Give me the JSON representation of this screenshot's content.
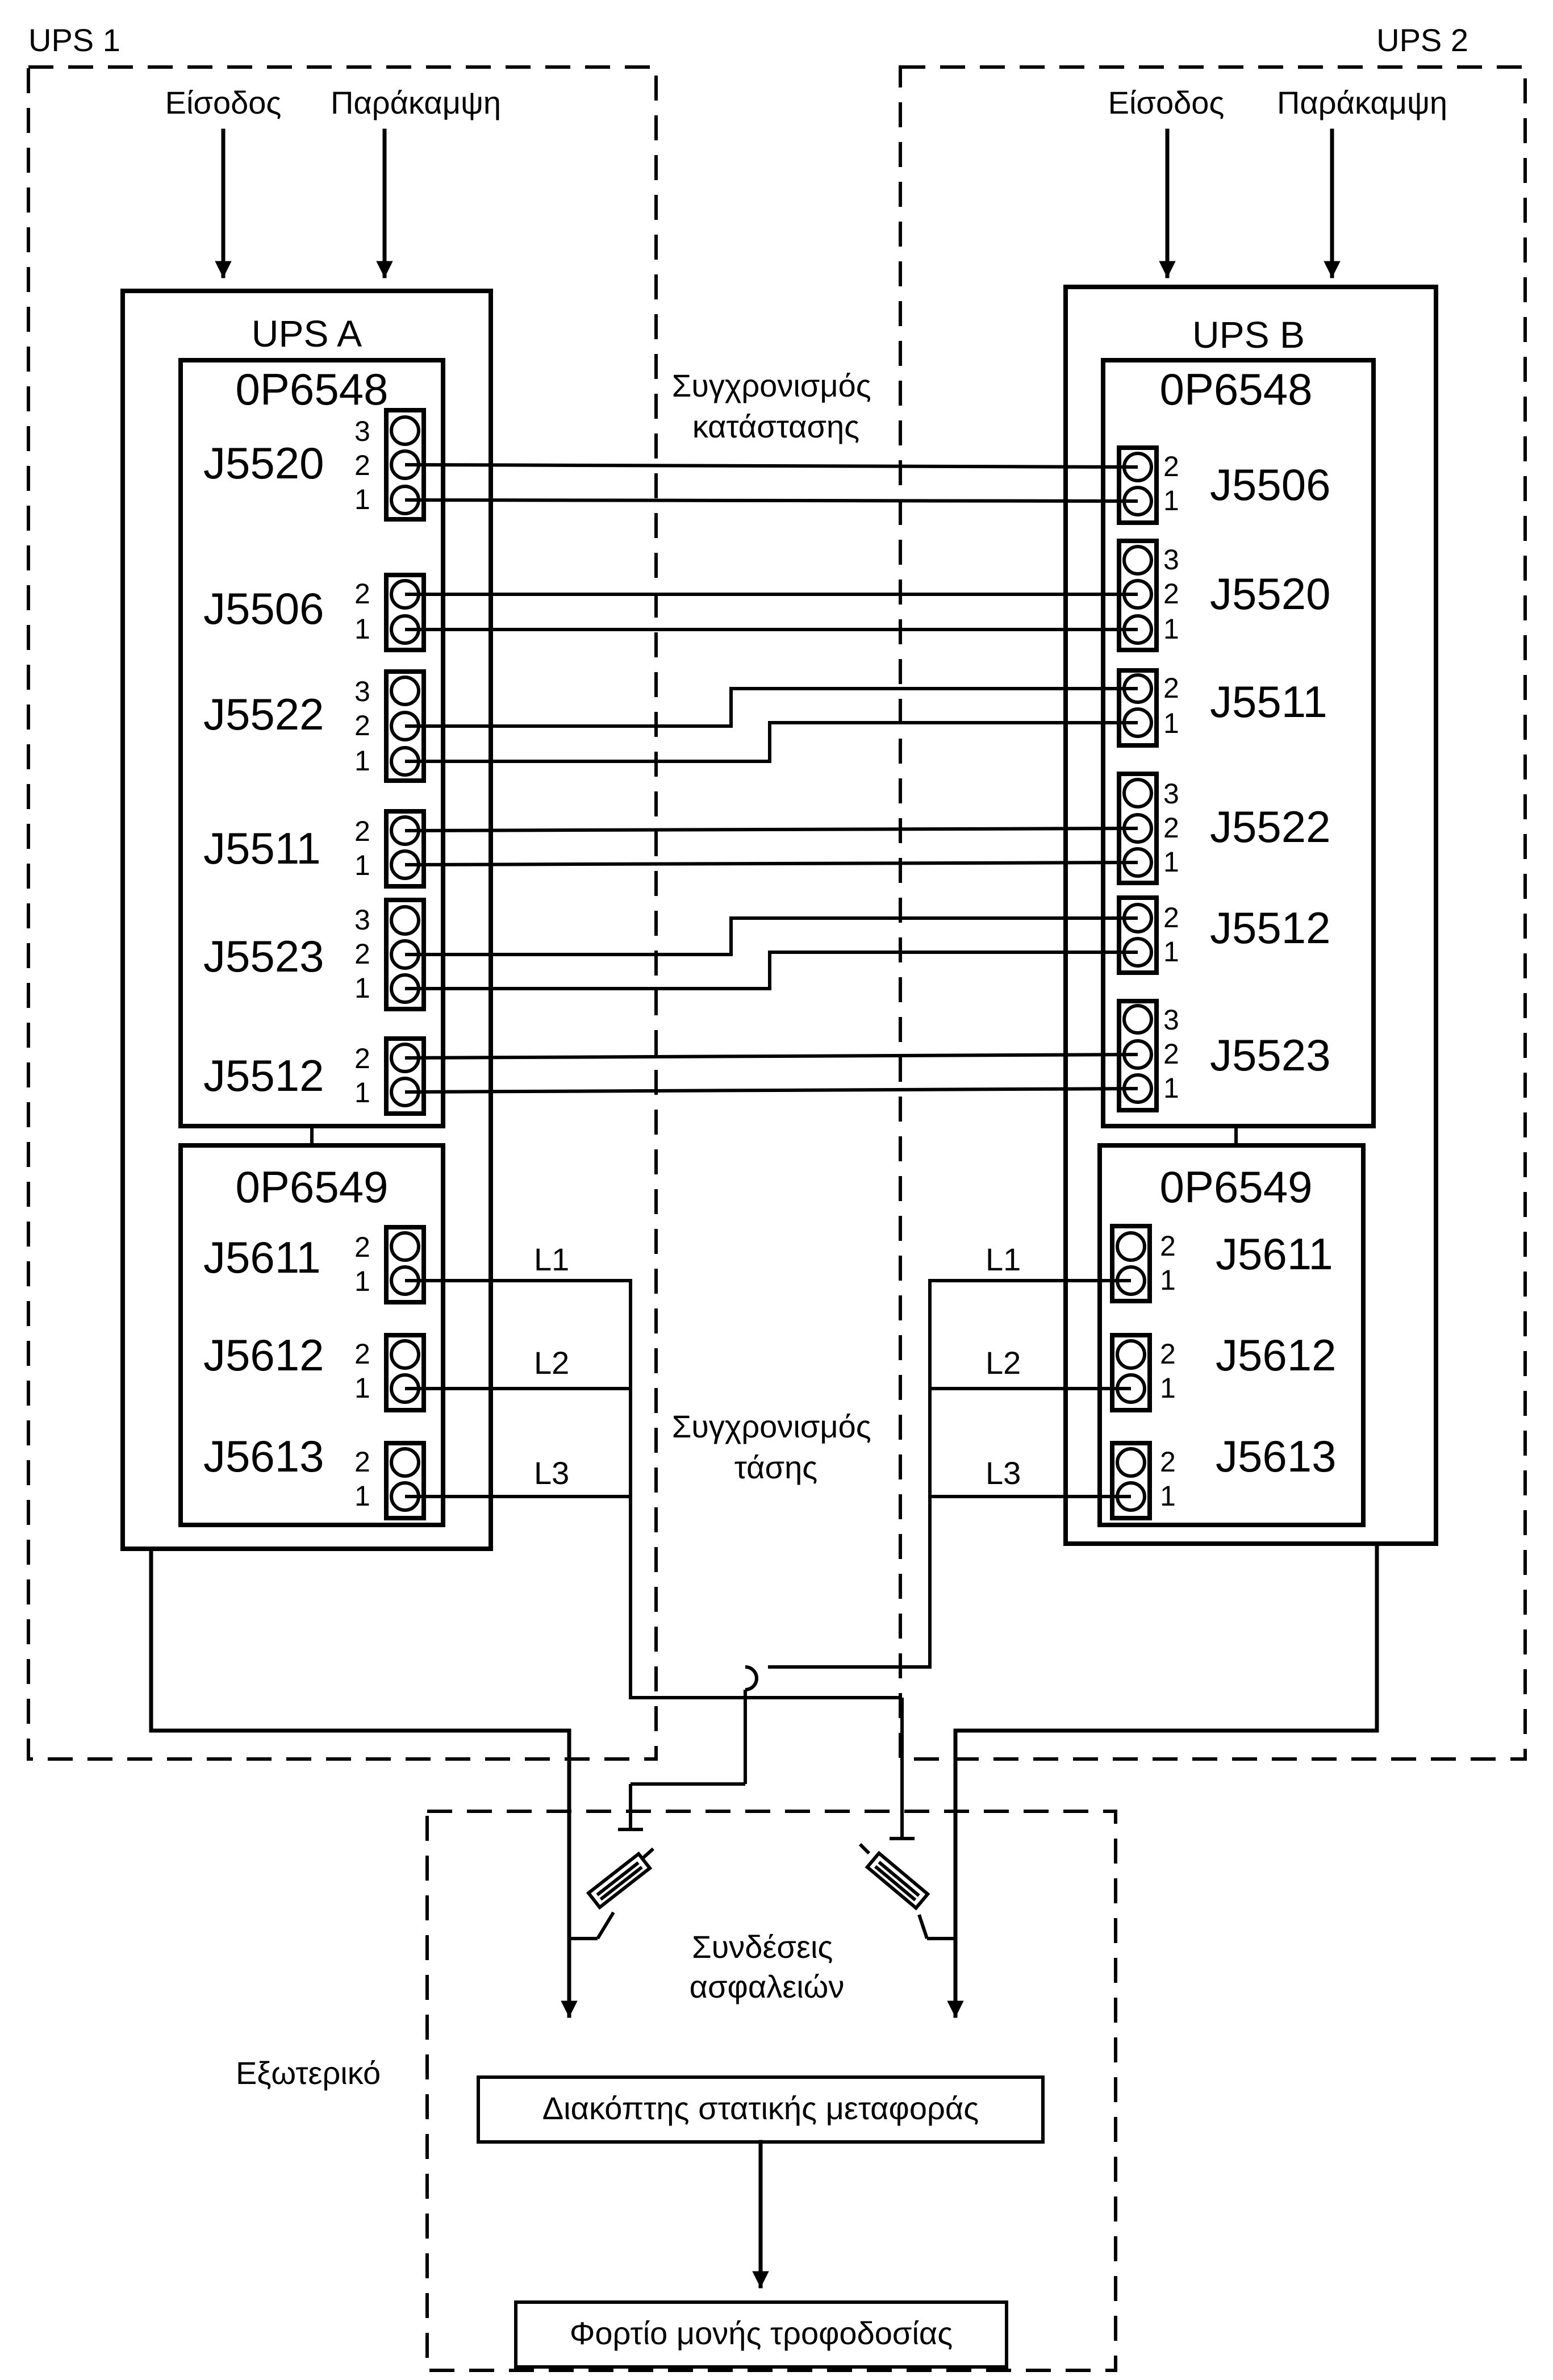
{
  "ups1": {
    "title": "UPS 1",
    "input_label": "Είσοδος",
    "bypass_label": "Παράκαμψη",
    "unit_label": "UPS A",
    "board1": "0P6548",
    "board2": "0P6549",
    "connectors_top": [
      {
        "name": "J5520",
        "pins": [
          "3",
          "2",
          "1"
        ]
      },
      {
        "name": "J5506",
        "pins": [
          "2",
          "1"
        ]
      },
      {
        "name": "J5522",
        "pins": [
          "3",
          "2",
          "1"
        ]
      },
      {
        "name": "J5511",
        "pins": [
          "2",
          "1"
        ]
      },
      {
        "name": "J5523",
        "pins": [
          "3",
          "2",
          "1"
        ]
      },
      {
        "name": "J5512",
        "pins": [
          "2",
          "1"
        ]
      }
    ],
    "connectors_bottom": [
      {
        "name": "J5611",
        "pins": [
          "2",
          "1"
        ],
        "line": "L1"
      },
      {
        "name": "J5612",
        "pins": [
          "2",
          "1"
        ],
        "line": "L2"
      },
      {
        "name": "J5613",
        "pins": [
          "2",
          "1"
        ],
        "line": "L3"
      }
    ]
  },
  "ups2": {
    "title": "UPS 2",
    "input_label": "Είσοδος",
    "bypass_label": "Παράκαμψη",
    "unit_label": "UPS B",
    "board1": "0P6548",
    "board2": "0P6549",
    "connectors_top": [
      {
        "name": "J5506",
        "pins": [
          "2",
          "1"
        ]
      },
      {
        "name": "J5520",
        "pins": [
          "3",
          "2",
          "1"
        ]
      },
      {
        "name": "J5511",
        "pins": [
          "2",
          "1"
        ]
      },
      {
        "name": "J5522",
        "pins": [
          "3",
          "2",
          "1"
        ]
      },
      {
        "name": "J5512",
        "pins": [
          "2",
          "1"
        ]
      },
      {
        "name": "J5523",
        "pins": [
          "3",
          "2",
          "1"
        ]
      }
    ],
    "connectors_bottom": [
      {
        "name": "J5611",
        "pins": [
          "2",
          "1"
        ],
        "line": "L1"
      },
      {
        "name": "J5612",
        "pins": [
          "2",
          "1"
        ],
        "line": "L2"
      },
      {
        "name": "J5613",
        "pins": [
          "2",
          "1"
        ],
        "line": "L3"
      }
    ]
  },
  "center": {
    "status_sync": [
      "Συγχρονισμός",
      "κατάστασης"
    ],
    "voltage_sync": [
      "Συγχρονισμός",
      "τάσης"
    ],
    "fuse_connections": [
      "Συνδέσεις",
      "ασφαλειών"
    ]
  },
  "external": {
    "label": "Εξωτερικό",
    "static_switch": "Διακόπτης στατικής μεταφοράς",
    "load": "Φορτίο μονής τροφοδοσίας"
  }
}
